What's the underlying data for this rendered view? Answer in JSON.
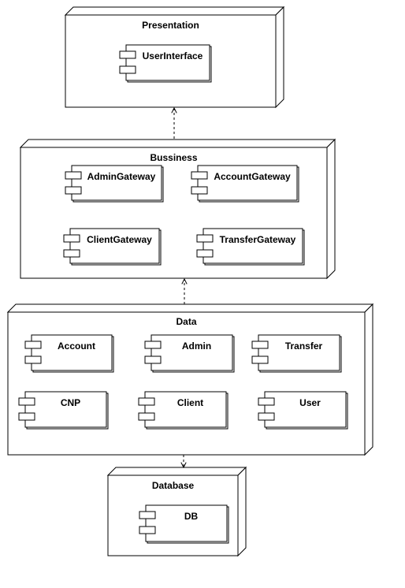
{
  "diagram": {
    "nodes": [
      {
        "id": "presentation",
        "label": "Presentation",
        "components": [
          {
            "id": "userinterface",
            "label": "UserInterface"
          }
        ]
      },
      {
        "id": "bussiness",
        "label": "Bussiness",
        "components": [
          {
            "id": "admingateway",
            "label": "AdminGateway"
          },
          {
            "id": "accountgateway",
            "label": "AccountGateway"
          },
          {
            "id": "clientgateway",
            "label": "ClientGateway"
          },
          {
            "id": "transfergateway",
            "label": "TransferGateway"
          }
        ]
      },
      {
        "id": "data",
        "label": "Data",
        "components": [
          {
            "id": "account",
            "label": "Account"
          },
          {
            "id": "admin",
            "label": "Admin"
          },
          {
            "id": "transfer",
            "label": "Transfer"
          },
          {
            "id": "cnp",
            "label": "CNP"
          },
          {
            "id": "client",
            "label": "Client"
          },
          {
            "id": "user",
            "label": "User"
          }
        ]
      },
      {
        "id": "database",
        "label": "Database",
        "components": [
          {
            "id": "db",
            "label": "DB"
          }
        ]
      }
    ],
    "dependencies": [
      {
        "from": "bussiness",
        "to": "presentation",
        "style": "dashed",
        "arrow": "open"
      },
      {
        "from": "data",
        "to": "bussiness",
        "style": "dashed",
        "arrow": "open"
      },
      {
        "from": "data",
        "to": "database",
        "style": "dashed",
        "arrow": "open"
      }
    ],
    "colors": {
      "line": "#000000",
      "fill": "#ffffff",
      "text": "#000000"
    }
  }
}
